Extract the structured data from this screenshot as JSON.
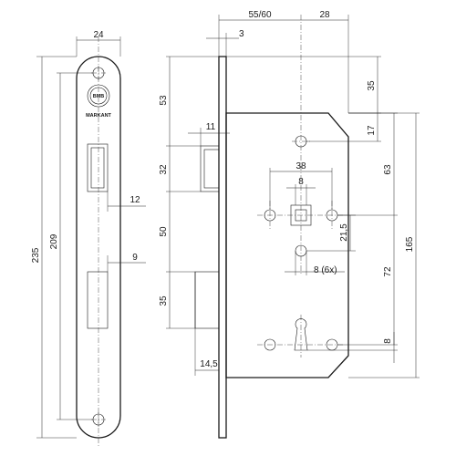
{
  "dimensions": {
    "faceplate_width": "24",
    "faceplate_length": "235",
    "screw_spacing": "209",
    "latch_offset": "12",
    "bolt_offset": "9",
    "backset": "55/60",
    "hole_to_edge": "28",
    "plate_thickness": "3",
    "top_to_latch": "53",
    "latch_depth": "11",
    "latch_height": "32",
    "latch_to_bolt": "50",
    "bolt_height": "35",
    "bolt_depth": "14,5",
    "hole_spacing_h": "38",
    "spindle_square": "8",
    "spindle_to_hole": "21,5",
    "hole_diameter": "8 (6x)",
    "top_to_first_hole": "35",
    "first_hole_to_spindle": "17",
    "spindle_to_top_holes": "63",
    "spindle_to_key_holes": "72",
    "key_hole_offset": "8",
    "total_height": "165"
  },
  "logo": {
    "brand": "BMB",
    "tagline": "MARKANT"
  },
  "colors": {
    "line": "#1a1a1a",
    "background": "#ffffff"
  }
}
